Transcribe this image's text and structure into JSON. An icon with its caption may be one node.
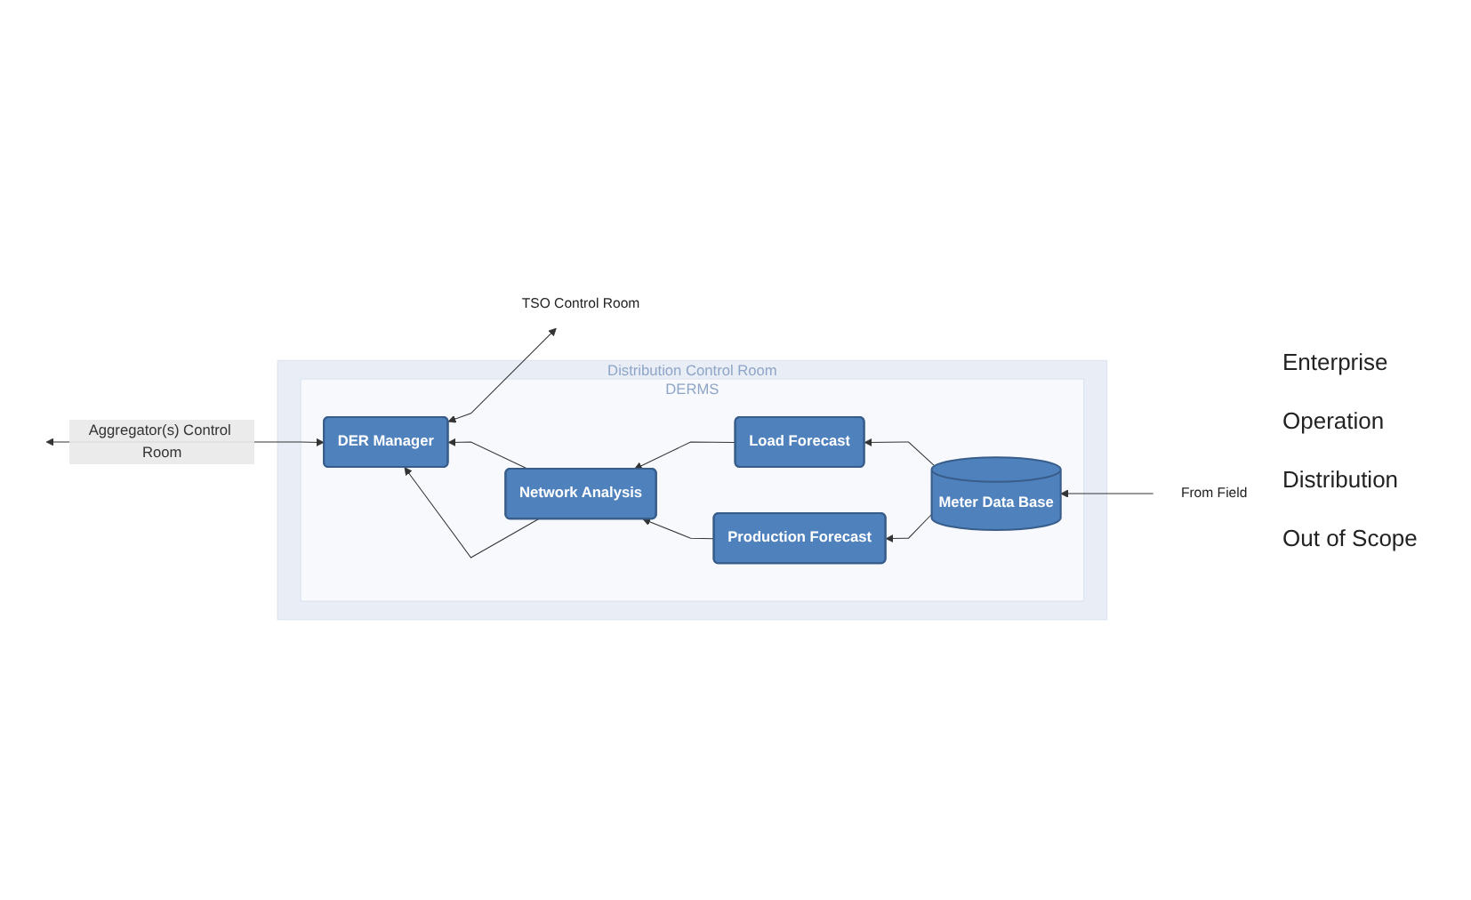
{
  "diagram": {
    "nodes": [
      {
        "text": [
          "Distribution Control Room"
        ]
      },
      {
        "text": [
          "DERMS"
        ],
        "in": 0
      },
      {
        "text": [
          "DER Manager"
        ],
        "in": 1
      },
      {
        "text": [
          "Meter Data Base"
        ],
        "in": 1
      },
      {
        "text": [
          "Network Analysis"
        ],
        "in": 1
      },
      {
        "text": [
          "Load Forecast"
        ],
        "in": 1
      },
      {
        "text": [
          "Production Forecast"
        ],
        "in": 1
      },
      {
        "text": [
          "TSO Control Room"
        ]
      },
      {
        "text": [
          "From Field"
        ]
      }
    ],
    "edges": [
      {
        "from": 2,
        "to": null,
        "arrow": "both",
        "label": "Aggregator(s) Control Room"
      },
      {
        "from": 7,
        "to": 2,
        "arrow": "both"
      },
      {
        "from": 4,
        "to": 2,
        "arrow": "to"
      },
      {
        "from": 4,
        "to": 2,
        "arrow": "to"
      },
      {
        "from": 5,
        "to": 4,
        "arrow": "to"
      },
      {
        "from": 6,
        "to": 4,
        "arrow": "to"
      },
      {
        "from": 3,
        "to": 5,
        "arrow": "to"
      },
      {
        "from": 3,
        "to": 6,
        "arrow": "to"
      },
      {
        "from": 8,
        "to": 3,
        "arrow": "to"
      }
    ],
    "labels": [
      "Enterprise",
      "Operation",
      "Distribution",
      "Out of Scope"
    ]
  }
}
